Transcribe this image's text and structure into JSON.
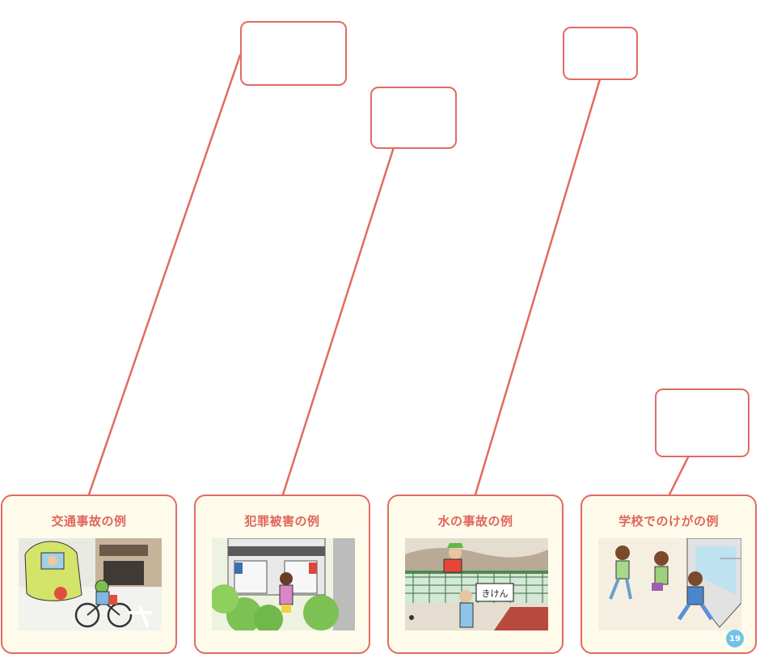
{
  "colors": {
    "accent": "#e26a62",
    "card_background": "#fffbea",
    "title_text": "#e0655c",
    "page_number_badge": "#6fc3e6"
  },
  "cards": [
    {
      "title": "交通事故の例",
      "icon": "traffic-accident-illustration"
    },
    {
      "title": "犯罪被害の例",
      "icon": "crime-victim-illustration"
    },
    {
      "title": "水の事故の例",
      "icon": "water-accident-illustration",
      "sign_text": "きけん"
    },
    {
      "title": "学校でのけがの例",
      "icon": "school-injury-illustration",
      "page_number": "19"
    }
  ]
}
